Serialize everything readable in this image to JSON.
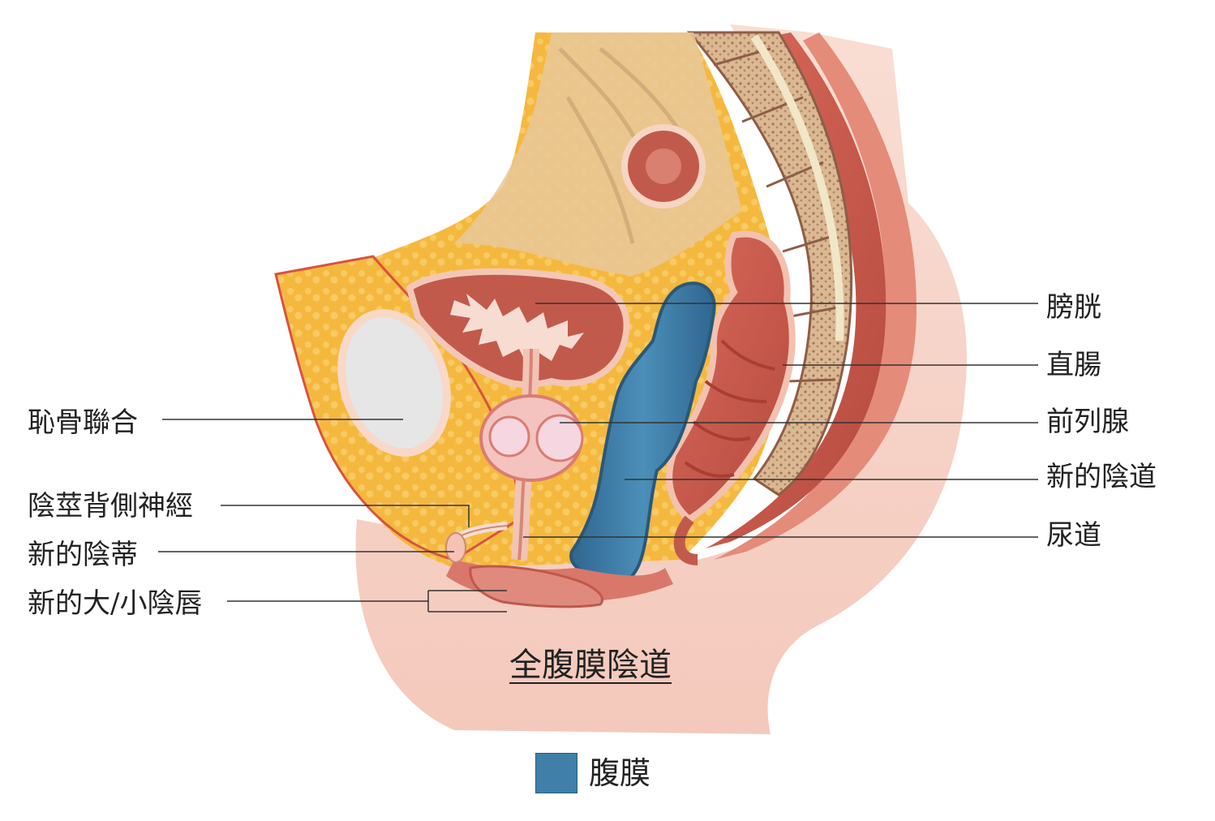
{
  "title": "全腹膜陰道",
  "labels_left": [
    {
      "id": "pubic-symphysis",
      "text": "恥骨聯合"
    },
    {
      "id": "dorsal-penile-nerve",
      "text": "陰莖背側神經"
    },
    {
      "id": "neo-clitoris",
      "text": "新的陰蒂"
    },
    {
      "id": "neo-labia",
      "text": "新的大/小陰唇"
    }
  ],
  "labels_right": [
    {
      "id": "bladder",
      "text": "膀胱"
    },
    {
      "id": "rectum",
      "text": "直腸"
    },
    {
      "id": "prostate",
      "text": "前列腺"
    },
    {
      "id": "neovagina",
      "text": "新的陰道"
    },
    {
      "id": "urethra",
      "text": "尿道"
    }
  ],
  "legend": {
    "label": "腹膜",
    "color": "#3f7fa8"
  },
  "colors": {
    "skin": "#f6cfc4",
    "fat": "#f7c24a",
    "muscle": "#c9584a",
    "bone": "#e8d6b3",
    "peritoneum": "#3f7fa8",
    "leader": "#333333"
  }
}
